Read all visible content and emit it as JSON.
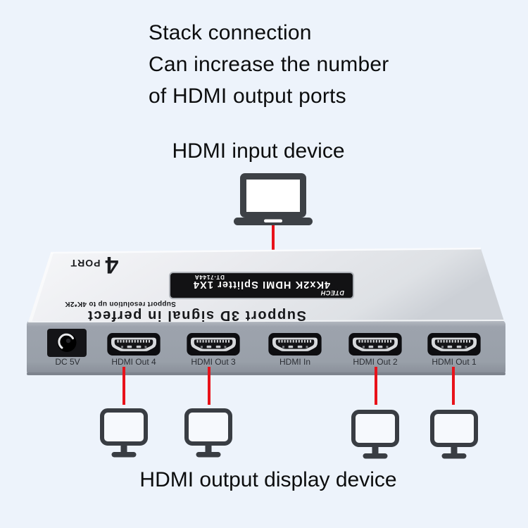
{
  "page": {
    "background_color": "#edf3fb",
    "accent_red": "#e8121a",
    "icon_dark": "#3d4146",
    "panel_gray": "#9aa1ab"
  },
  "headline": {
    "lines": [
      "Stack connection",
      "Can increase the number",
      "of HDMI output ports"
    ]
  },
  "input_section": {
    "label": "HDMI input device",
    "device_icon": "laptop-icon"
  },
  "device": {
    "port_badge": {
      "number": "4",
      "text": "PORT"
    },
    "plate": {
      "brand": "DTECH",
      "title": "4Kx2K HDMI Splitter 1X4",
      "model": "DT-7144A"
    },
    "support": {
      "line1": "Support 3D signal in perfect",
      "line2": "Support resolution up to 4K*2K"
    },
    "ports": [
      {
        "label": "DC 5V",
        "type": "dc-power"
      },
      {
        "label": "HDMI Out 4",
        "type": "hdmi"
      },
      {
        "label": "HDMI Out 3",
        "type": "hdmi"
      },
      {
        "label": "HDMI In",
        "type": "hdmi"
      },
      {
        "label": "HDMI Out 2",
        "type": "hdmi"
      },
      {
        "label": "HDMI Out 1",
        "type": "hdmi"
      }
    ]
  },
  "output_section": {
    "label": "HDMI output display device",
    "monitor_count": 4
  }
}
